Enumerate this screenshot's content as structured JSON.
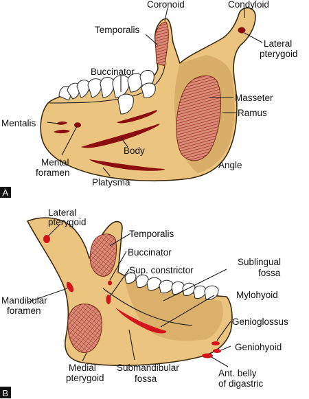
{
  "colors": {
    "bone": "#EBC47F",
    "bone_shadow": "#C99C55",
    "tooth": "#FFFFFF",
    "muscle_fill": "#D98C7A",
    "muscle_lines": "#A2321F",
    "mark_red": "#D4141A",
    "mark_dark": "#8A0E0E",
    "panel_tag": "#111111"
  },
  "icons": [
    "hatched-muscle-area",
    "red-attachment-mark"
  ],
  "panel_a": {
    "tag": "A",
    "labels": {
      "coronoid": "Coronoid",
      "condyloid": "Condyloid",
      "temporalis": "Temporalis",
      "lateral_pterygoid_1": "Lateral",
      "lateral_pterygoid_2": "pterygoid",
      "buccinator": "Buccinator",
      "masseter": "Masseter",
      "ramus": "Ramus",
      "mentalis": "Mentalis",
      "mental_foramen_1": "Mental",
      "mental_foramen_2": "foramen",
      "body": "Body",
      "platysma": "Platysma",
      "angle": "Angle"
    }
  },
  "panel_b": {
    "tag": "B",
    "labels": {
      "lateral_pterygoid_1": "Lateral",
      "lateral_pterygoid_2": "pterygoid",
      "temporalis": "Temporalis",
      "buccinator": "Buccinator",
      "sup_constrictor": "Sup. constrictor",
      "sublingual_1": "Sublingual",
      "sublingual_2": "fossa",
      "mylohyoid": "Mylohyoid",
      "mandibular_foramen_1": "Mandibular",
      "mandibular_foramen_2": "foramen",
      "genioglossus": "Genioglossus",
      "geniohyoid": "Geniohyoid",
      "medial_pterygoid_1": "Medial",
      "medial_pterygoid_2": "pterygoid",
      "submandibular_1": "Submandibular",
      "submandibular_2": "fossa",
      "ant_belly_1": "Ant. belly",
      "ant_belly_2": "of digastric"
    }
  }
}
